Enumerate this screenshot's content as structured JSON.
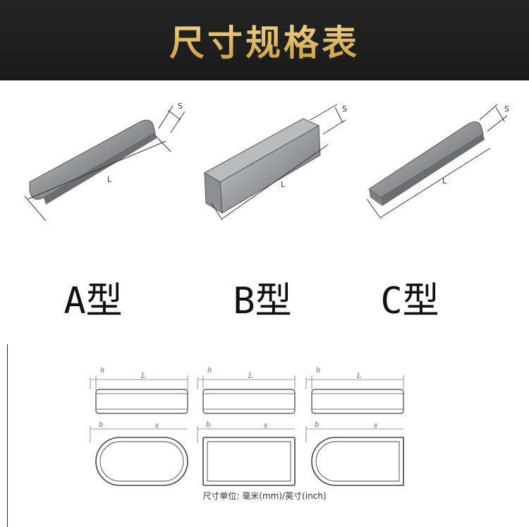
{
  "header": {
    "title": "尺寸规格表"
  },
  "photos": {
    "length_mark": "L",
    "width_mark": "S"
  },
  "types": [
    {
      "label": "A型"
    },
    {
      "label": "B型"
    },
    {
      "label": "C型"
    }
  ],
  "drawing": {
    "h_mark": "h",
    "L_mark": "L",
    "b_mark": "b",
    "s_mark": "s"
  },
  "footer": {
    "units": "尺寸单位: 毫米(mm)/英寸(inch)"
  },
  "colors": {
    "header_bg": "#1f1f1f",
    "header_text": "#e6c067",
    "dim_mark": "#3a5fcd"
  }
}
